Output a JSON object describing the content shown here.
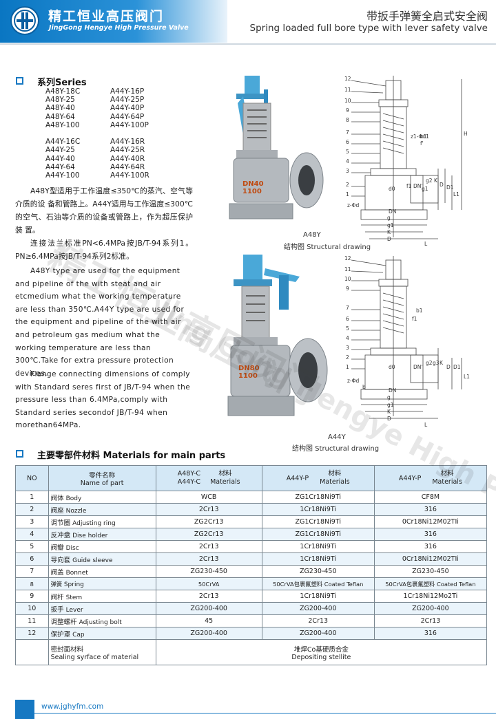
{
  "header": {
    "company_cn": "精工恒业高压阀门",
    "company_en": "JingGong Hengye High Pressure Valve",
    "title_cn": "带扳手弹簧全启式安全阀",
    "title_en": "Spring loaded full bore type with lever safety valve",
    "logo_icon": "company-logo-icon"
  },
  "series": {
    "heading": "系列Series",
    "col1": "A48Y-18C\nA48Y-25\nA48Y-40\nA48Y-64\nA48Y-100\n\nA44Y-16C\nA44Y-25\nA44Y-40\nA44Y-64\nA44Y-100",
    "col2": "A44Y-16P\nA44Y-25P\nA44Y-40P\nA44Y-64P\nA44Y-100P\n\nA44Y-16R\nA44Y-25R\nA44Y-40R\nA44Y-64R\nA44Y-100R"
  },
  "description": {
    "cn1": "A48Y型适用于工作温度≤350℃的蒸汽、空气等介质的设 备和管路上。A44Y适用与工作温度≤300℃的空气、石油等介质的设备或管路上，作为超压保护装 置。",
    "cn2": "连接法兰标准PN<6.4MPa按JB/T-94系列1。PN≥6.4MPa按JB/T-94系列2标准。",
    "en1": "A48Y type are used for the equipment and pipeline of the with steat and air etcmedium what the working temperature are less than 350℃.A44Y type are used for the equipment and pipeline of the with air and petroleum gas medium what the working temperature are less than 300℃.Take for extra pressure protection devices.",
    "en2": "Flange connecting dimensions of comply with Standard seres first of JB/T-94 when the pressure less than 6.4MPa,comply with Standard series secondof JB/T-94 when morethan64MPa."
  },
  "valve_labels": {
    "top": "DN40\n1100",
    "bottom": "DN80\n1100"
  },
  "drawings": {
    "a48y_caption": "A48Y",
    "a48y_sub": "结构图 Structural drawing",
    "a44y_caption": "A44Y",
    "a44y_sub": "结构图 Structural drawing",
    "part_numbers": [
      "12",
      "11",
      "10",
      "9",
      "8",
      "7",
      "6",
      "5",
      "4",
      "3",
      "2",
      "1"
    ],
    "dim_labels_right": [
      "H",
      "L1",
      "D1",
      "D",
      "K",
      "g2",
      "g1",
      "DN'",
      "f1"
    ],
    "dim_labels_bottom": [
      "z-Φd",
      "DN",
      "g",
      "g1",
      "K",
      "D",
      "L"
    ],
    "misc": [
      "b1",
      "f'",
      "z1-Φd1",
      "d0",
      "b"
    ]
  },
  "materials": {
    "heading": "主要零部件材料 Materials for main parts",
    "headers": {
      "no": "NO",
      "part_cn": "零件名称",
      "part_en": "Name of part",
      "col1_model": "A48Y-C\nA44Y-C",
      "col1_cn": "材料",
      "col1_en": "Materials",
      "col2_model": "A44Y-P",
      "col2_cn": "材料",
      "col2_en": "Materials",
      "col3_model": "A44Y-P",
      "col3_cn": "材料",
      "col3_en": "Materials"
    },
    "rows": [
      {
        "no": "1",
        "cn": "阀体",
        "en": "Body",
        "m1": "WCB",
        "m2": "ZG1Cr18Ni9Ti",
        "m3": "CF8M"
      },
      {
        "no": "2",
        "cn": "阀座",
        "en": "Nozzle",
        "m1": "2Cr13",
        "m2": "1Cr18Ni9Ti",
        "m3": "316"
      },
      {
        "no": "3",
        "cn": "调节圈",
        "en": "Adjusting ring",
        "m1": "ZG2Cr13",
        "m2": "ZG1Cr18Ni9Ti",
        "m3": "0Cr18Ni12M02TIi"
      },
      {
        "no": "4",
        "cn": "反冲盘",
        "en": "Dise holder",
        "m1": "ZG2Cr13",
        "m2": "ZG1Cr18Ni9Ti",
        "m3": "316"
      },
      {
        "no": "5",
        "cn": "阀瓣",
        "en": "Disc",
        "m1": "2Cr13",
        "m2": "1Cr18Ni9Ti",
        "m3": "316"
      },
      {
        "no": "6",
        "cn": "导向套",
        "en": "Guide sleeve",
        "m1": "2Cr13",
        "m2": "1Cr18Ni9Ti",
        "m3": "0Cr18Ni12M02TIi"
      },
      {
        "no": "7",
        "cn": "阀盖",
        "en": "Bonnet",
        "m1": "ZG230-450",
        "m2": "ZG230-450",
        "m3": "ZG230-450"
      },
      {
        "no": "8",
        "cn": "弹簧",
        "en": "Spring",
        "m1": "50CrVA",
        "m2": "50CrVA包裹氟塑料 Coated Teflan",
        "m3": "50CrVA包裹氟塑料 Coated Teflan"
      },
      {
        "no": "9",
        "cn": "阀杆",
        "en": "Stem",
        "m1": "2Cr13",
        "m2": "1Cr18Ni9Ti",
        "m3": "1Cr18Ni12Mo2Ti"
      },
      {
        "no": "10",
        "cn": "扳手",
        "en": "Lever",
        "m1": "ZG200-400",
        "m2": "ZG200-400",
        "m3": "ZG200-400"
      },
      {
        "no": "11",
        "cn": "调整螺杆",
        "en": "Adjusting bolt",
        "m1": "45",
        "m2": "2Cr13",
        "m3": "2Cr13"
      },
      {
        "no": "12",
        "cn": "保护罩",
        "en": "Cap",
        "m1": "ZG200-400",
        "m2": "ZG200-400",
        "m3": "316"
      }
    ],
    "seal_cn": "密封面材料",
    "seal_en": "Sealing syrface of material",
    "seal_val_cn": "堆焊Co基硬质合金",
    "seal_val_en": "Depositing stellite"
  },
  "footer": {
    "url": "www.jghyfm.com"
  },
  "watermark": {
    "cn": "精工恒业高压阀门",
    "en": "Jing Gong Hengye High Pressure Valve"
  },
  "colors": {
    "brand_blue": "#1678c2",
    "valve_blue": "#4aa8d8",
    "table_header": "#d4e8f6"
  }
}
